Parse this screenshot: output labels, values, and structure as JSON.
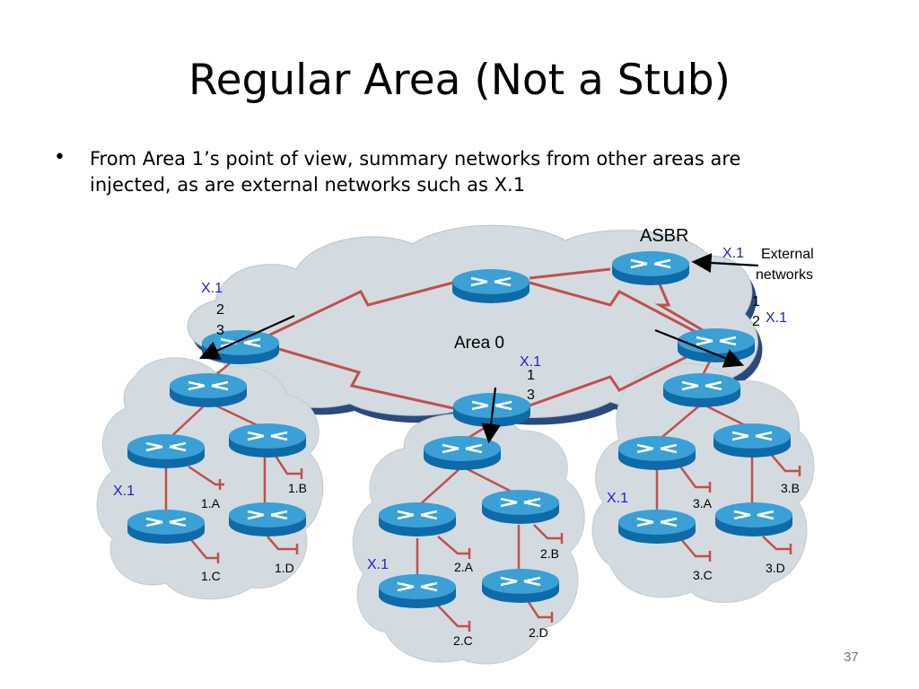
{
  "slide": {
    "title": "Regular Area (Not a Stub)",
    "bullet_symbol": "•",
    "bullet_text": "From Area 1’s point of view, summary networks from other areas are injected, as are external networks such as X.1",
    "slide_number": "37"
  },
  "diagram": {
    "area0_label": "Area 0",
    "asbr_label": "ASBR",
    "external_label_line1": "External",
    "external_label_line2": "networks",
    "route_label": "X.1",
    "lsa_pairs": {
      "left": [
        "2",
        "3"
      ],
      "center": [
        "1",
        "3"
      ],
      "right": [
        "1",
        "2"
      ]
    },
    "area1_networks": [
      "1.A",
      "1.B",
      "1.C",
      "1.D"
    ],
    "area2_networks": [
      "2.A",
      "2.B",
      "2.C",
      "2.D"
    ],
    "area3_networks": [
      "3.A",
      "3.B",
      "3.C",
      "3.D"
    ],
    "colors": {
      "cloud_fill": "#d3dbe0",
      "cloud_shadow": "#2a4a7c",
      "link": "#c0504d",
      "router_top": "#3aa0d6",
      "router_side": "#0f6aa8",
      "blue_text": "#1f1fcc"
    }
  }
}
